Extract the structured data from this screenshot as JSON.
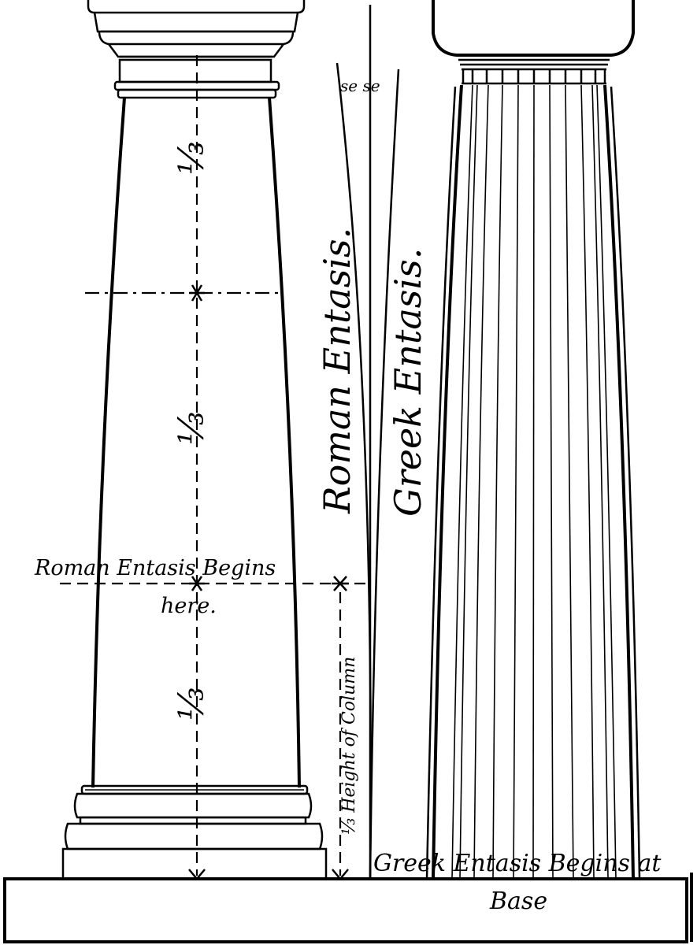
{
  "labels": {
    "fraction_top": "⅓",
    "fraction_middle": "⅓",
    "fraction_bottom": "⅓",
    "roman_entasis_vertical": "Roman   Entasis.",
    "greek_entasis_vertical": "Greek   Entasis.",
    "roman_begins_line1": "Roman Entasis Begins",
    "roman_begins_line2": "here.",
    "height_of_column": "⅓ Height of Column",
    "greek_begins": "Greek Entasis Begins at",
    "base": "Base",
    "small_marks": "se se"
  }
}
